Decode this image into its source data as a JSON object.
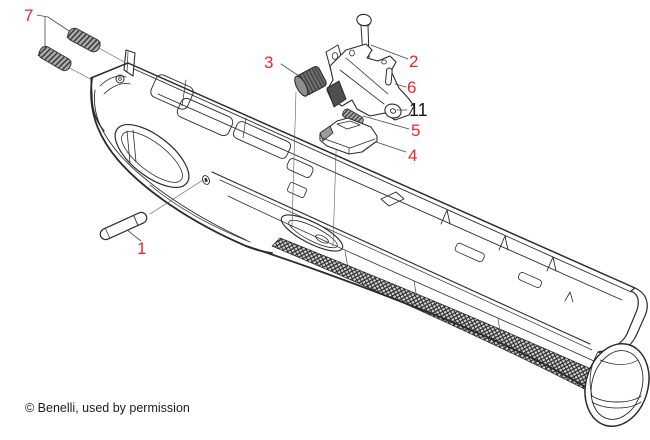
{
  "colors": {
    "background": "#ffffff",
    "line_art": "#2b2b2b",
    "callout_red": "#e8262c",
    "callout_black": "#171717"
  },
  "diagram": {
    "type": "exploded-parts-diagram",
    "callouts": [
      {
        "number": "7",
        "color": "red"
      },
      {
        "number": "2",
        "color": "red"
      },
      {
        "number": "3",
        "color": "red"
      },
      {
        "number": "6",
        "color": "red"
      },
      {
        "number": "11",
        "color": "black"
      },
      {
        "number": "5",
        "color": "red"
      },
      {
        "number": "4",
        "color": "red"
      },
      {
        "number": "1",
        "color": "red"
      }
    ]
  },
  "footer": {
    "copyright": "© Benelli, used by permission"
  }
}
